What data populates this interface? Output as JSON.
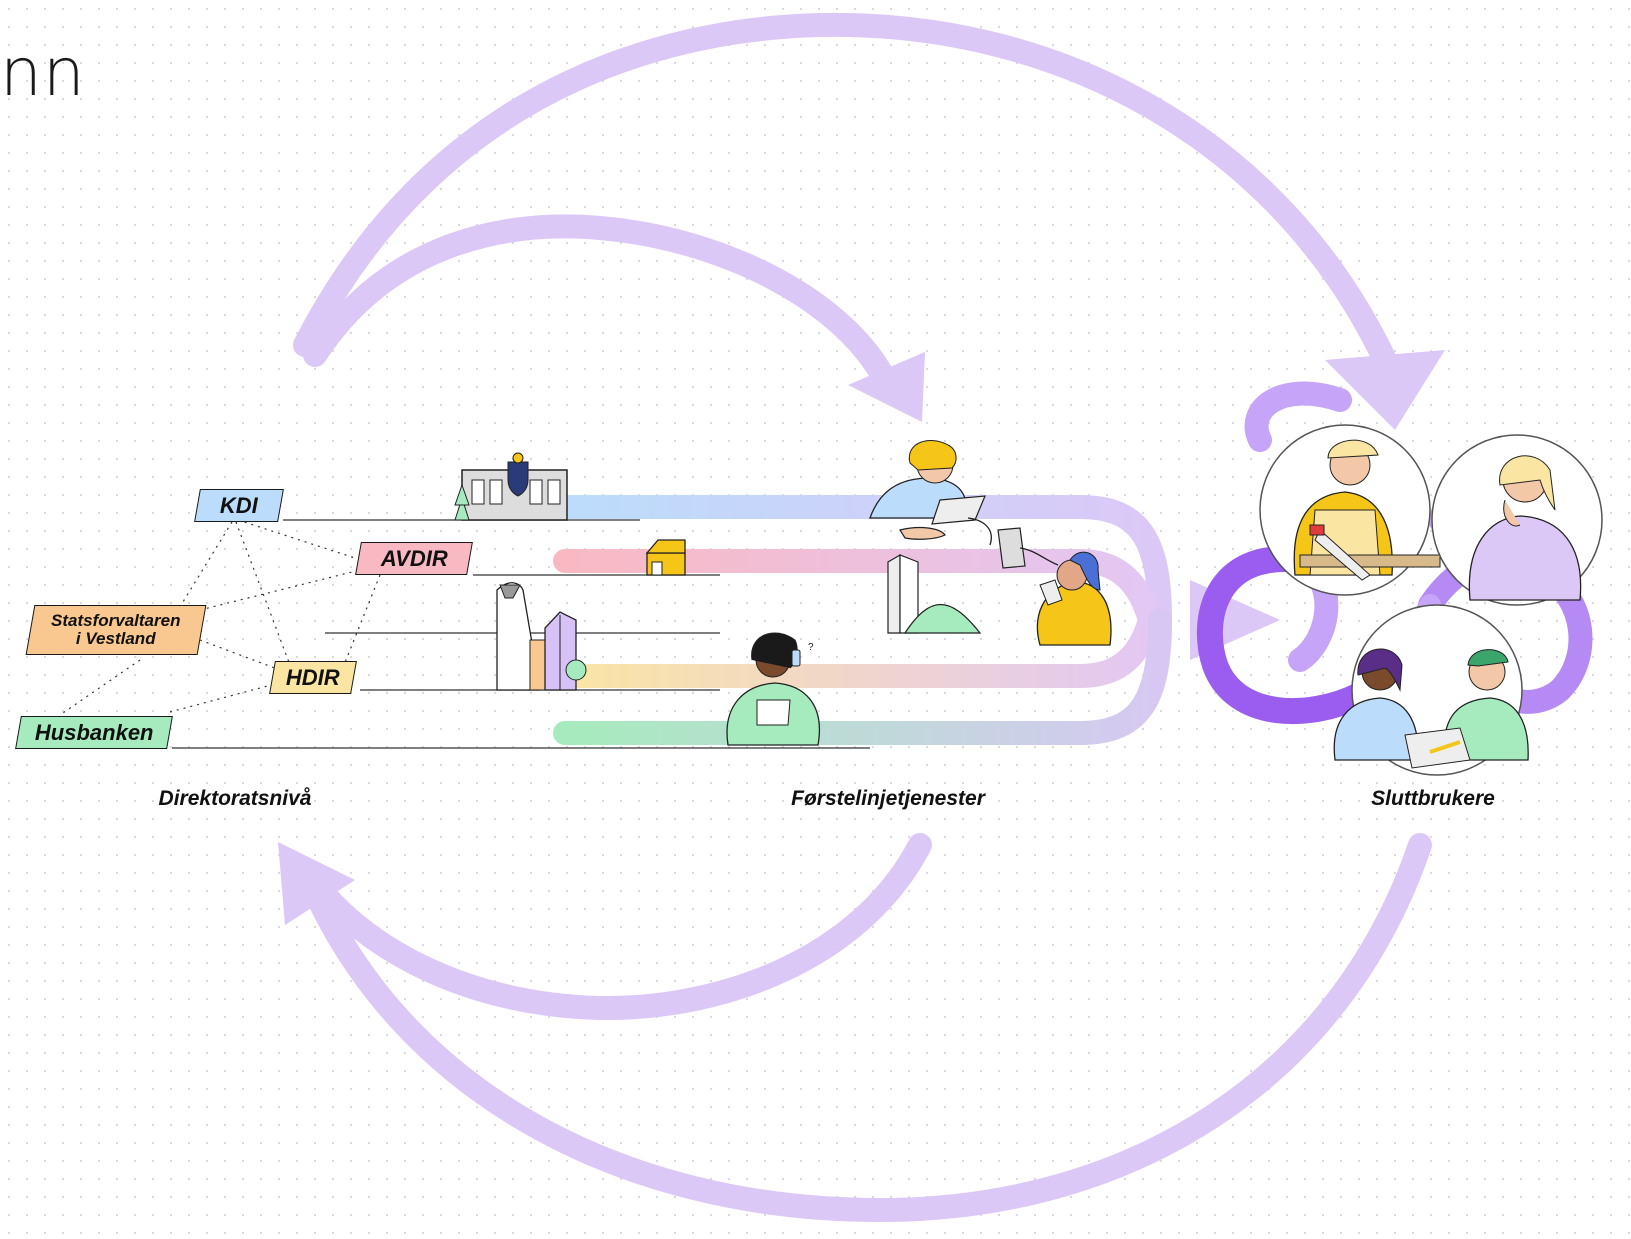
{
  "heading": "nn",
  "labels": {
    "kdi": "KDI",
    "avdir": "AVDIR",
    "statsforvalteren_line1": "Statsforvaltaren",
    "statsforvalteren_line2": "i Vestland",
    "hdir": "HDIR",
    "husbanken": "Husbanken"
  },
  "captions": {
    "left": "Direktoratsnivå",
    "middle": "Førstelinjetjenester",
    "right": "Sluttbrukere"
  },
  "colors": {
    "loop_arrow": "#dcc8f7",
    "knot": "#9b5cf0",
    "kdi": "#bcdcfb",
    "avdir": "#f9b9c2",
    "statsforvalteren": "#f8c890",
    "hdir": "#fbe5a3",
    "husbanken": "#a6ebbd"
  }
}
